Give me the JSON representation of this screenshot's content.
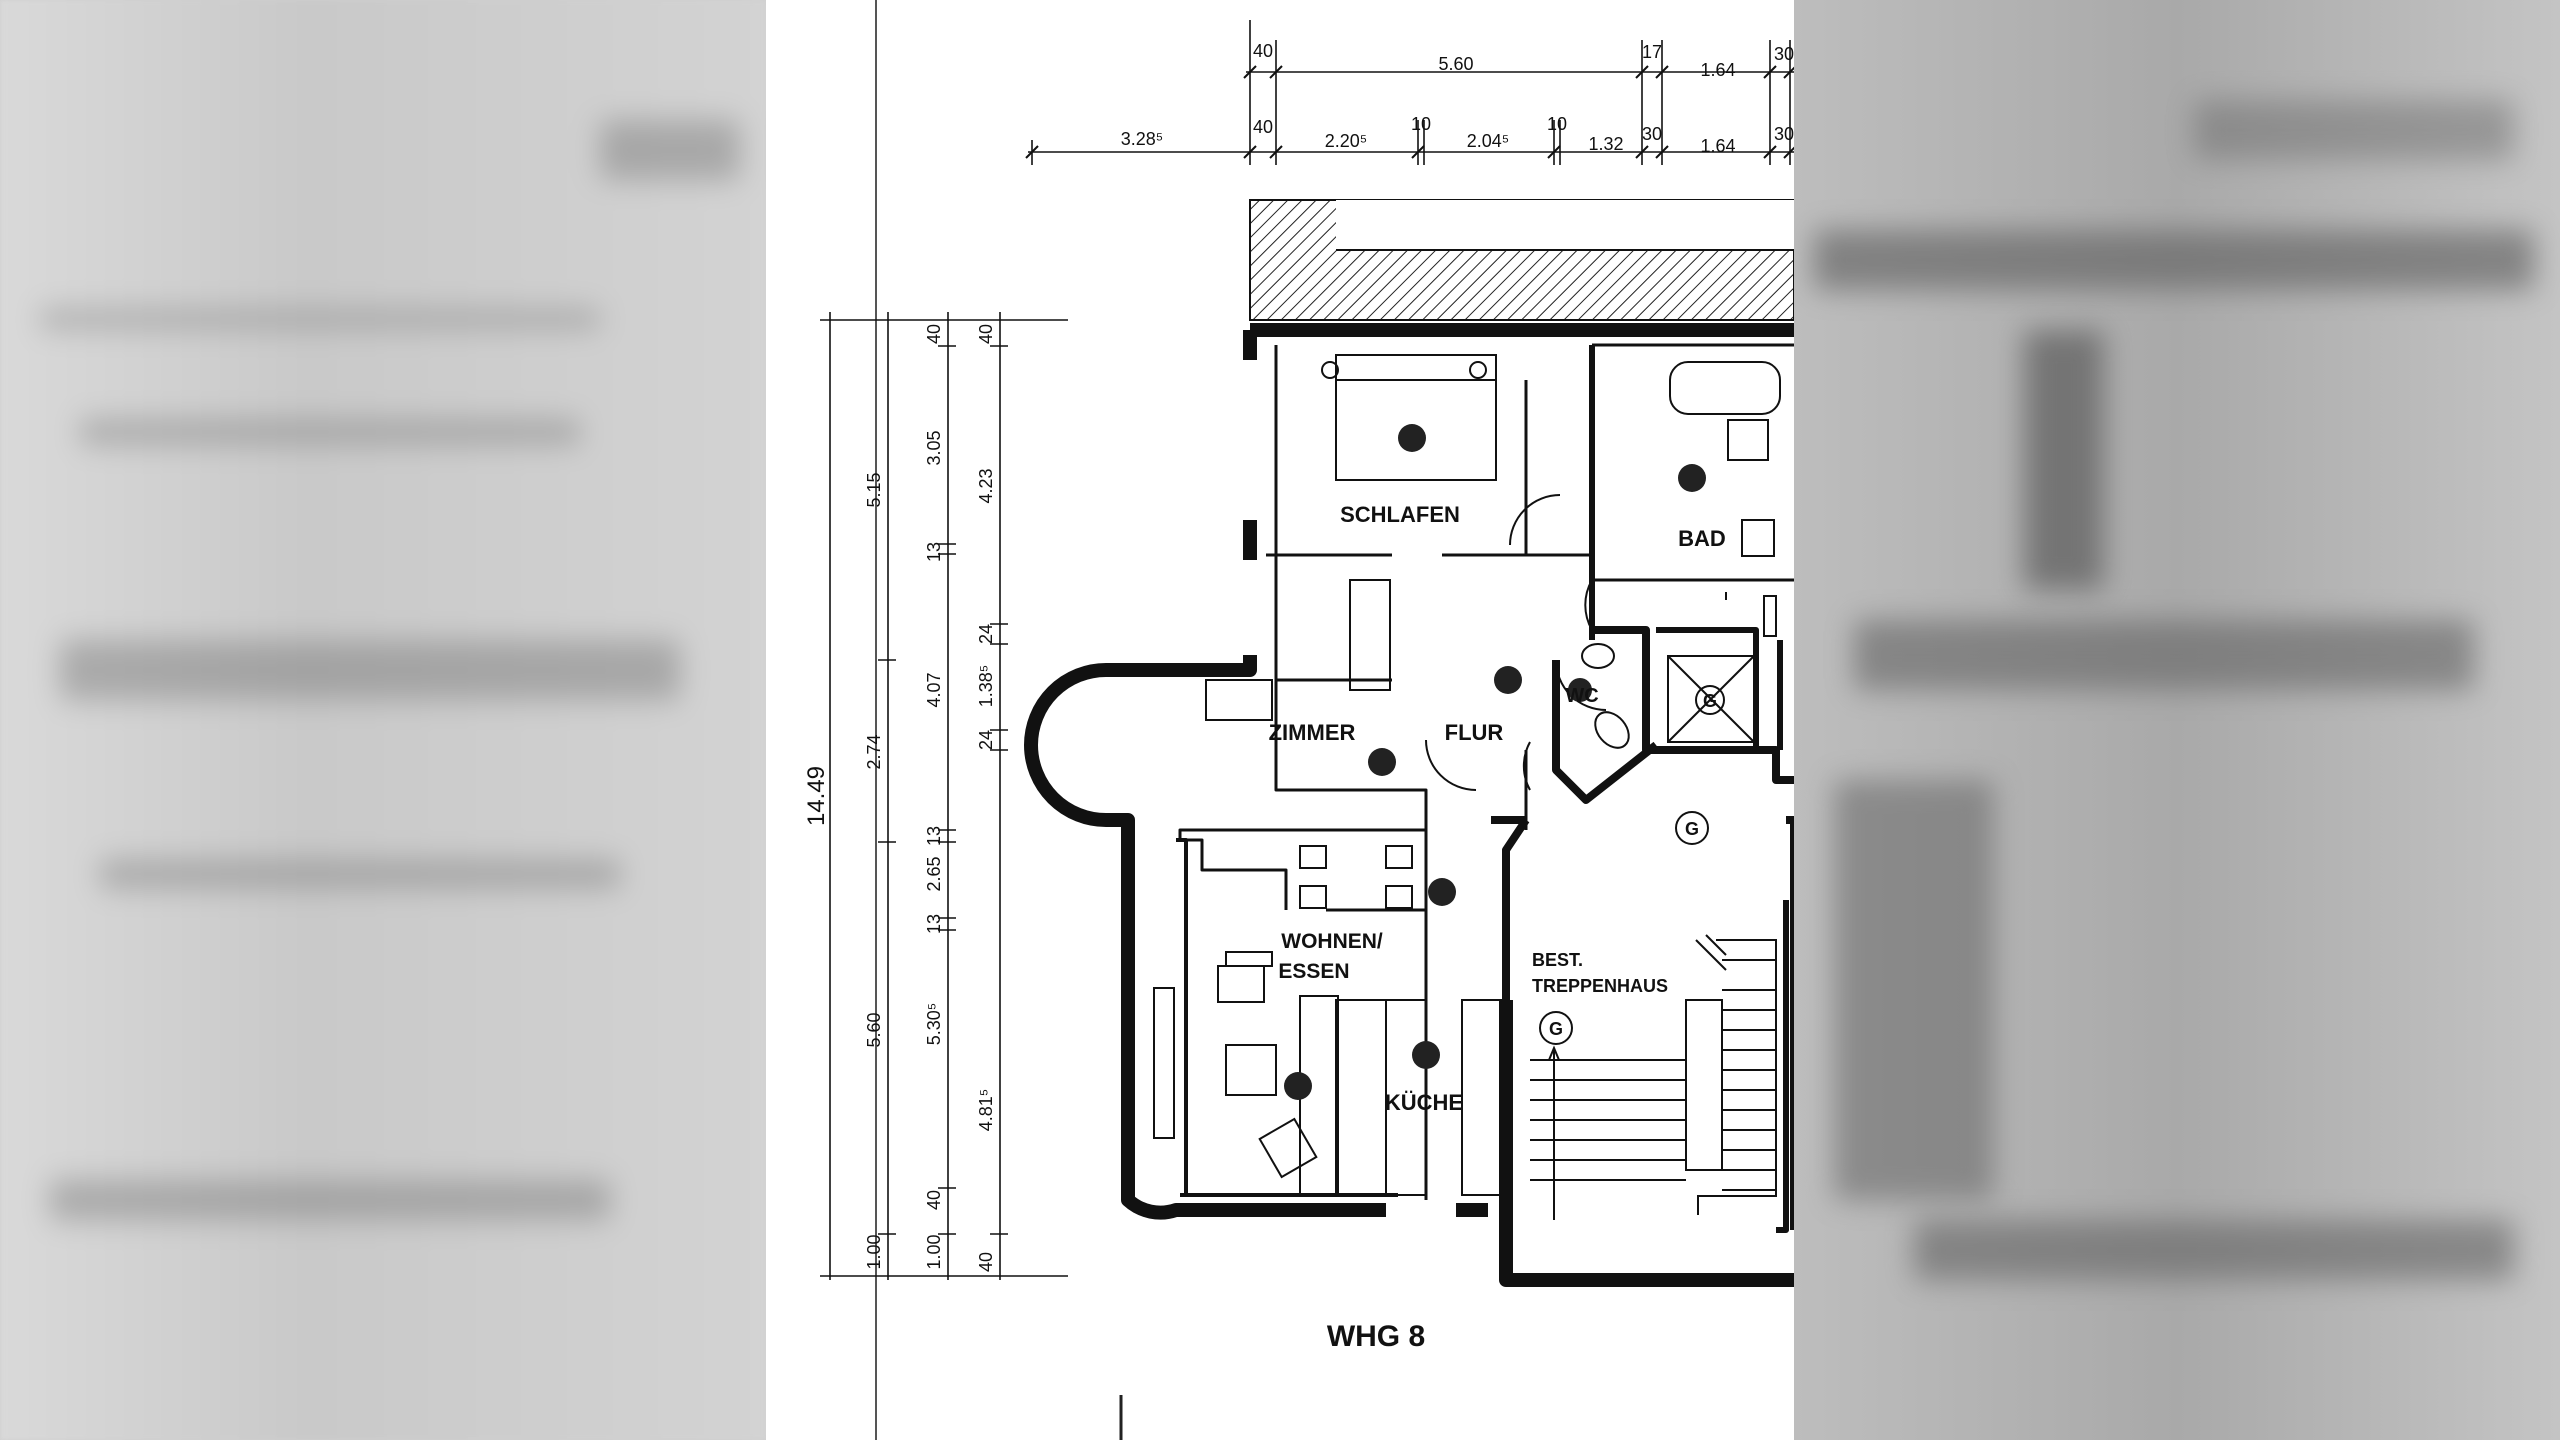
{
  "plan": {
    "title": "WHG 8",
    "rooms": {
      "schlafen": "SCHLAFEN",
      "bad": "BAD",
      "wc": "WC",
      "flur": "FLUR",
      "zimmer": "ZIMMER",
      "wohnen_line1": "WOHNEN/",
      "wohnen_line2": "ESSEN",
      "kueche": "KÜCHE",
      "stair_line1": "BEST.",
      "stair_line2": "TREPPENHAUS",
      "g_symbol": "G"
    },
    "top_dimensions": {
      "row1": [
        "40",
        "5.60",
        "17",
        "1.64",
        "30"
      ],
      "row2": [
        "3.28⁵",
        "40",
        "2.20⁵",
        "10",
        "2.04⁵",
        "10",
        "1.32",
        "30",
        "1.64",
        "30"
      ]
    },
    "left_dimensions": {
      "overall": "14.49",
      "col1": [
        "5.15",
        "2.74",
        "5.60",
        "1.00"
      ],
      "col2": [
        "40",
        "3.05",
        "13",
        "4.07",
        "13",
        "2.65",
        "13",
        "5.30⁵",
        "40",
        "1.00"
      ],
      "col3": [
        "40",
        "4.23",
        "24",
        "1.38⁵",
        "24",
        "4.81⁵",
        "40"
      ]
    }
  }
}
